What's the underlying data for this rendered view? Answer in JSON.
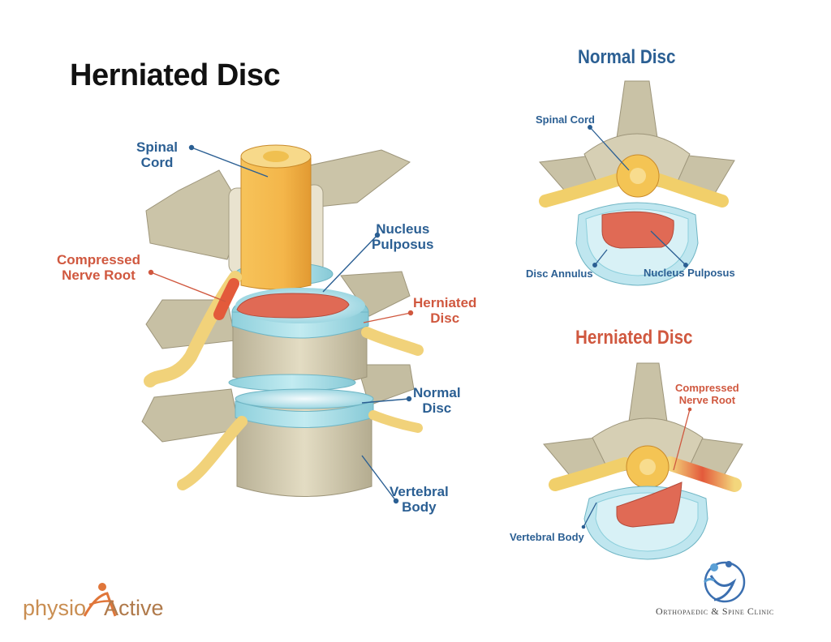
{
  "title": "Herniated Disc",
  "main_diagram": {
    "labels": {
      "spinal_cord": "Spinal\nCord",
      "nucleus_pulposus": "Nucleus\nPulposus",
      "compressed_nerve_root": "Compressed\nNerve Root",
      "herniated_disc": "Herniated\nDisc",
      "normal_disc": "Normal\nDisc",
      "vertebral_body": "Vertebral\nBody"
    }
  },
  "normal_panel": {
    "heading": "Normal Disc",
    "labels": {
      "spinal_cord": "Spinal Cord",
      "disc_annulus": "Disc Annulus",
      "nucleus_pulposus": "Nucleus Pulposus"
    }
  },
  "herniated_panel": {
    "heading": "Herniated Disc",
    "labels": {
      "compressed_nerve_root": "Compressed\nNerve Root",
      "vertebral_body": "Vertebral Body"
    }
  },
  "logos": {
    "left_part1": "physio",
    "left_part2": "Active",
    "right_text": "Orthopaedic & Spine Clinic"
  },
  "colors": {
    "label_blue": "#2b5f93",
    "label_red": "#d0583f",
    "bone": "#d9d2b6",
    "cord": "#f2b64a",
    "disc": "#a9dce6",
    "nucleus": "#e06a55",
    "nerve": "#f1d27a"
  }
}
